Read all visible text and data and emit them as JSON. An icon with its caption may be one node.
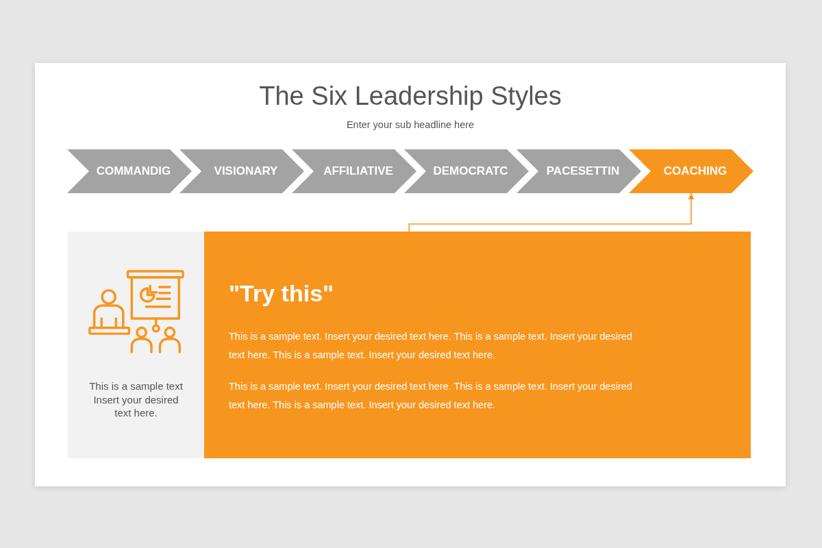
{
  "diagram": {
    "title": "The Six Leadership Styles",
    "nodes": [
      {
        "text": [
          "COMMANDIG"
        ]
      },
      {
        "text": [
          "VISIONARY"
        ]
      },
      {
        "text": [
          "AFFILIATIVE"
        ]
      },
      {
        "text": [
          "DEMOCRATC"
        ]
      },
      {
        "text": [
          "PACESETTIN"
        ]
      },
      {
        "text": [
          "COACHING"
        ]
      },
      {
        "text": [
          "This is a sample text Insert your desired text here."
        ]
      },
      {
        "text": [
          "\"Try this\"",
          "This is a sample text. Insert your desired text here. This is a sample text. Insert your desired text here. This is a sample text. Insert your desired text here.",
          "This is a sample text. Insert your desired text here. This is a sample text. Insert your desired text here. This is a sample text. Insert your desired text here."
        ]
      }
    ],
    "edges": [
      {
        "from": 7,
        "to": 5,
        "arrow": "to"
      }
    ],
    "labels": [
      "Enter your sub headline here"
    ]
  }
}
